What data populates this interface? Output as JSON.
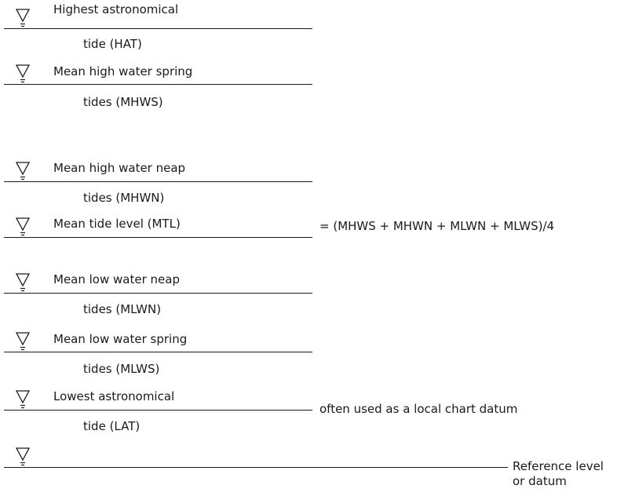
{
  "levels": [
    {
      "line1": "Highest astronomical",
      "line2": "tide (HAT)",
      "note": ""
    },
    {
      "line1": "Mean high water spring",
      "line2": "tides (MHWS)",
      "note": ""
    },
    {
      "line1": "Mean high water neap",
      "line2": "tides (MHWN)",
      "note": ""
    },
    {
      "line1": "Mean tide level (MTL)",
      "line2": "",
      "note": "= (MHWS + MHWN + MLWN + MLWS)/4"
    },
    {
      "line1": "Mean low water neap",
      "line2": "tides (MLWN)",
      "note": ""
    },
    {
      "line1": "Mean low water spring",
      "line2": "tides (MLWS)",
      "note": ""
    },
    {
      "line1": "Lowest astronomical",
      "line2": "tide (LAT)",
      "note": "often used as a local chart datum"
    }
  ],
  "reference": {
    "line1": "Reference level",
    "line2": "or datum"
  },
  "symbol": "water-level-icon"
}
